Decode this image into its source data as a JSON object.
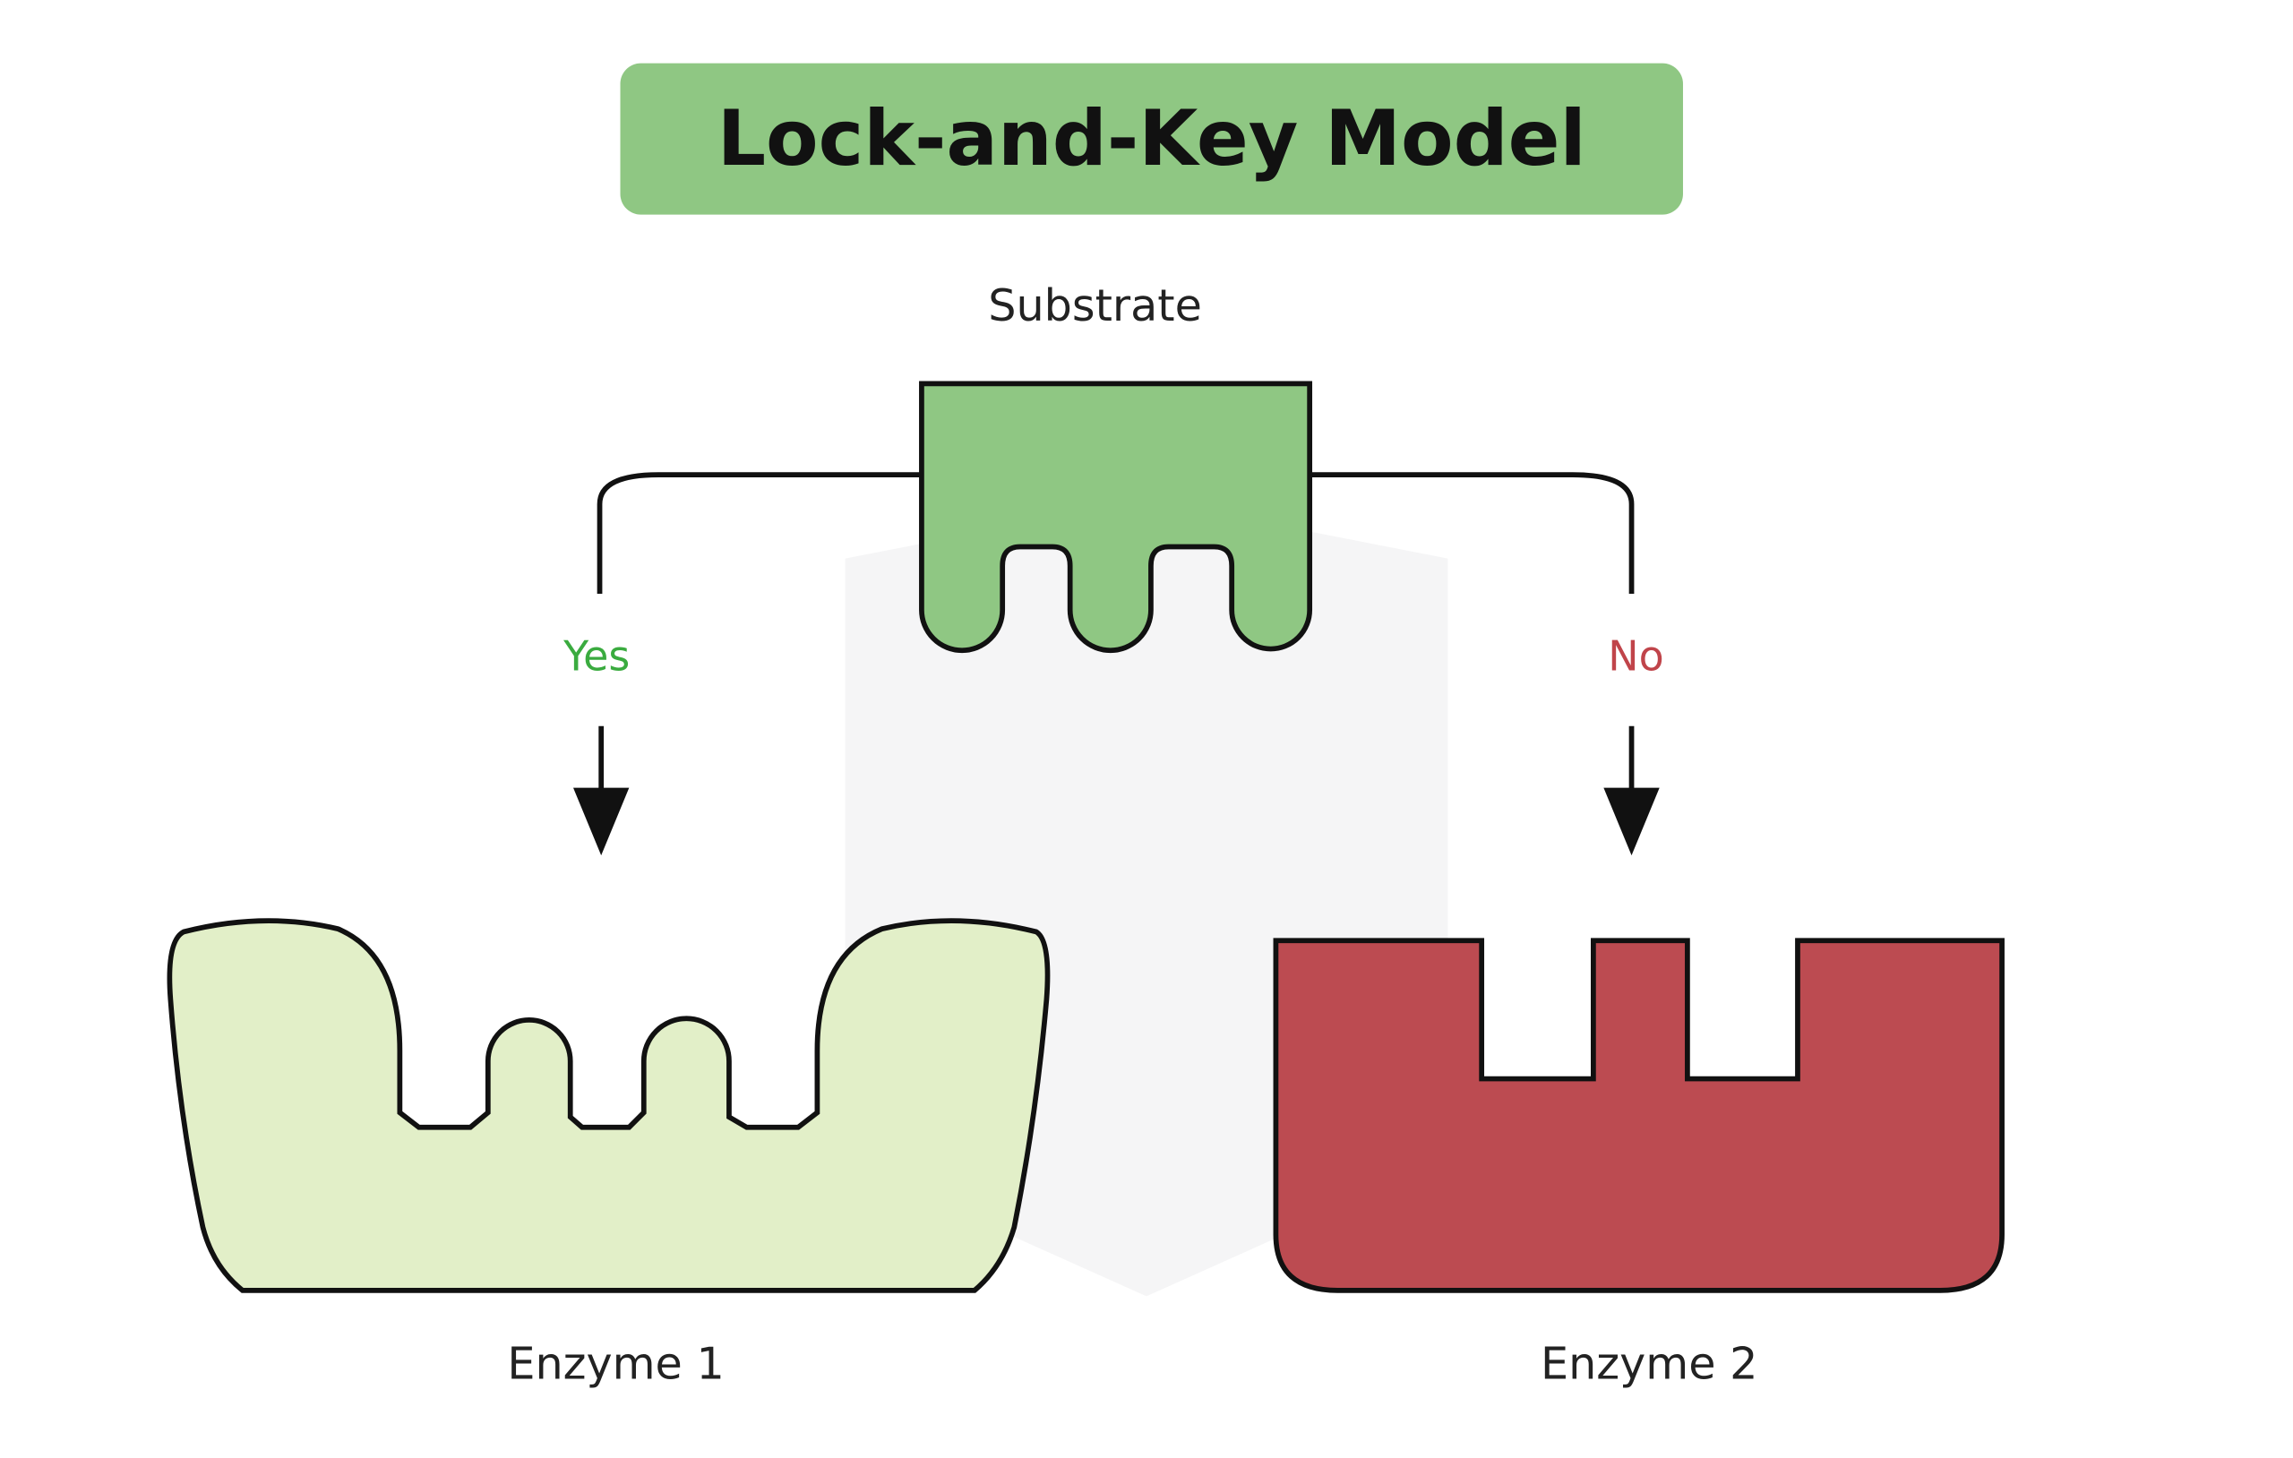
{
  "title": "Lock-and-Key Model",
  "substrate_label": "Substrate",
  "yes_label": "Yes",
  "no_label": "No",
  "enzyme1_label": "Enzyme 1",
  "enzyme2_label": "Enzyme 2",
  "colors": {
    "title_bg": "#8fc783",
    "substrate": "#8fc783",
    "enzyme1": "#e2efc8",
    "enzyme2": "#bc4b51",
    "yes": "#3aab3f",
    "no": "#c0444a"
  }
}
